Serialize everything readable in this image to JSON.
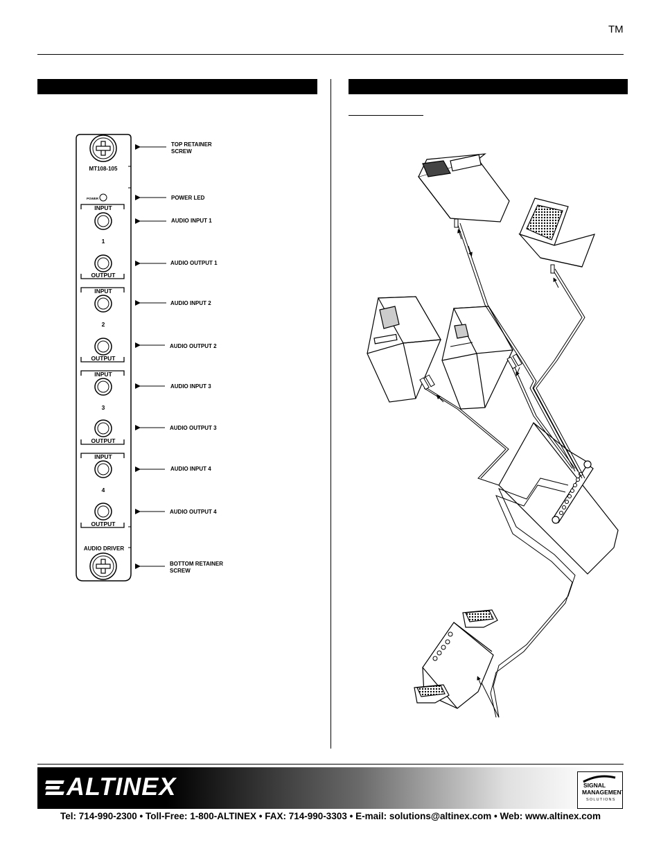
{
  "header": {
    "trademark": "TM"
  },
  "panel": {
    "model": "MT108-105",
    "power_label": "POWER",
    "channels": [
      {
        "number": "1",
        "input_label": "INPUT",
        "output_label": "OUTPUT"
      },
      {
        "number": "2",
        "input_label": "INPUT",
        "output_label": "OUTPUT"
      },
      {
        "number": "3",
        "input_label": "INPUT",
        "output_label": "OUTPUT"
      },
      {
        "number": "4",
        "input_label": "INPUT",
        "output_label": "OUTPUT"
      }
    ],
    "footer_label": "AUDIO DRIVER"
  },
  "callouts": {
    "top_screw": [
      "TOP  RETAINER",
      "SCREW"
    ],
    "power_led": "POWER LED",
    "in1": "AUDIO  INPUT  1",
    "out1": "AUDIO  OUTPUT  1",
    "in2": "AUDIO  INPUT  2",
    "out2": "AUDIO  OUTPUT  2",
    "in3": "AUDIO  INPUT  3",
    "out3": "AUDIO  OUTPUT  3",
    "in4": "AUDIO  INPUT  4",
    "out4": "AUDIO  OUTPUT  4",
    "bottom_screw": [
      "BOTTOM  RETAINER",
      "SCREW"
    ]
  },
  "footer": {
    "brand": "ALTINEX",
    "sms": [
      "SIGNAL",
      "MANAGEMENT",
      "SOLUTIONS"
    ],
    "contact": "Tel: 714-990-2300 • Toll-Free: 1-800-ALTINEX • FAX: 714-990-3303 • E-mail: solutions@altinex.com • Web: www.altinex.com"
  }
}
